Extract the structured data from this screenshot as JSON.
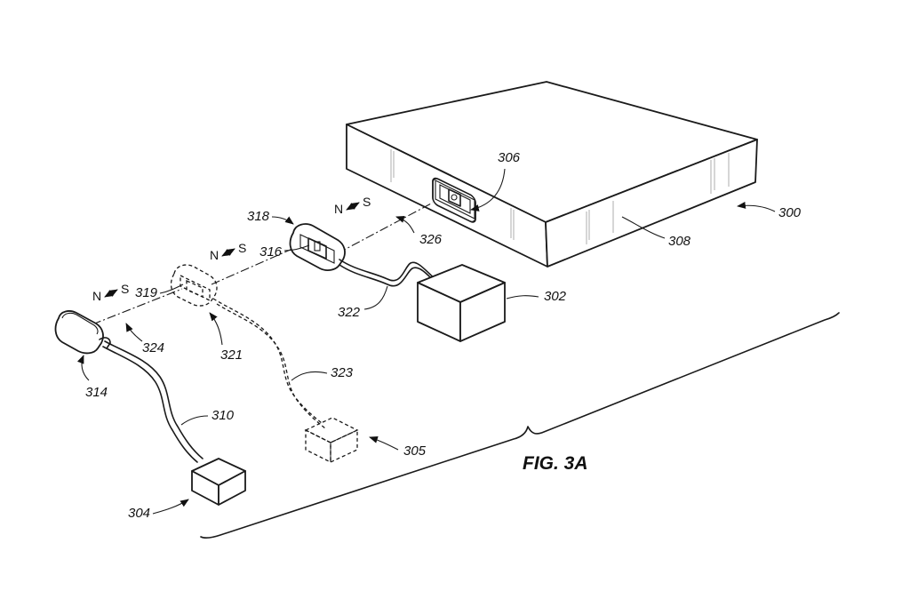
{
  "figure": {
    "caption": "FIG. 3A"
  },
  "labels": {
    "l300": "300",
    "l302": "302",
    "l304": "304",
    "l305": "305",
    "l306": "306",
    "l308": "308",
    "l310": "310",
    "l314": "314",
    "l316": "316",
    "l318": "318",
    "l319": "319",
    "l321": "321",
    "l322": "322",
    "l323": "323",
    "l324": "324",
    "l326": "326"
  },
  "poles": {
    "north": "N",
    "south": "S"
  },
  "colors": {
    "line": "#1a1a1a",
    "background": "#ffffff"
  }
}
